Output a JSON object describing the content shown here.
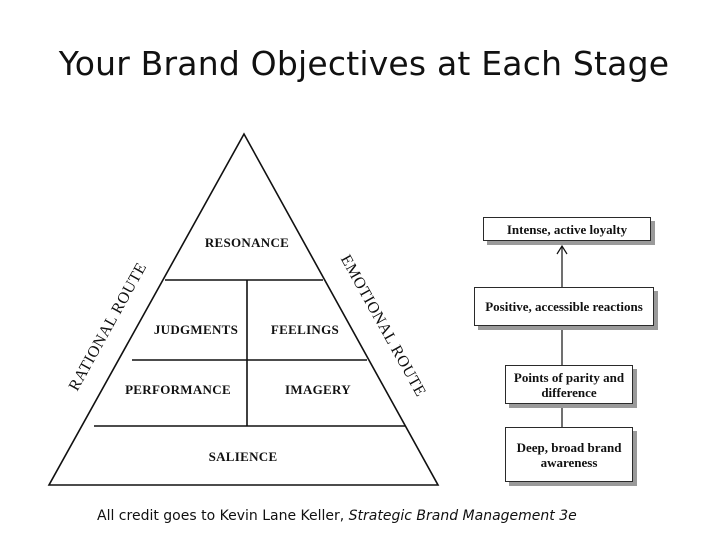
{
  "title": "Your Brand Objectives at Each Stage",
  "pyramid": {
    "resonance": "RESONANCE",
    "judgments": "JUDGMENTS",
    "feelings": "FEELINGS",
    "performance": "PERFORMANCE",
    "imagery": "IMAGERY",
    "salience": "SALIENCE"
  },
  "routes": {
    "rational": "RATIONAL ROUTE",
    "emotional": "EMOTIONAL ROUTE"
  },
  "objectives": {
    "loyalty": "Intense, active loyalty",
    "reactions": "Positive, accessible reactions",
    "parity": "Points of parity and difference",
    "awareness": "Deep, broad brand awareness"
  },
  "credit": {
    "prefix": "All credit goes to Kevin Lane Keller, ",
    "book": "Strategic Brand Management 3e"
  }
}
